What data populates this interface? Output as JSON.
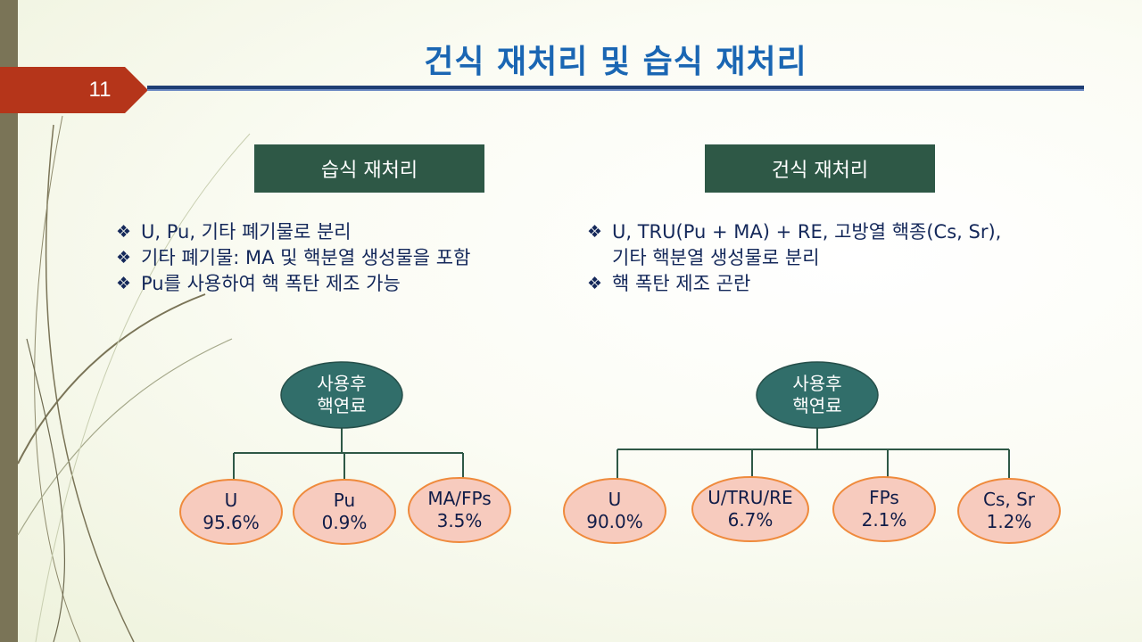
{
  "slide": {
    "page_number": "11",
    "title": "건식 재처리 및 습식 재처리"
  },
  "left": {
    "header": "습식 재처리",
    "bullets": [
      {
        "mark": "❖",
        "text": "U, Pu, 기타 폐기물로 분리",
        "cont": ""
      },
      {
        "mark": "❖",
        "text": "기타 폐기물: MA 및 핵분열 생성물을 포함",
        "cont": ""
      },
      {
        "mark": "❖",
        "text": "Pu를 사용하여 핵 폭탄 제조 가능",
        "cont": ""
      }
    ],
    "tree": {
      "root": {
        "line1": "사용후",
        "line2": "핵연료"
      },
      "leaves": [
        {
          "name": "U",
          "value": "95.6%"
        },
        {
          "name": "Pu",
          "value": "0.9%"
        },
        {
          "name": "MA/FPs",
          "value": "3.5%"
        }
      ]
    }
  },
  "right": {
    "header": "건식 재처리",
    "bullets": [
      {
        "mark": "❖",
        "text": "U, TRU(Pu + MA) + RE, 고방열 핵종(Cs, Sr),",
        "cont": "기타 핵분열 생성물로 분리"
      },
      {
        "mark": "❖",
        "text": "핵 폭탄 제조 곤란",
        "cont": ""
      }
    ],
    "tree": {
      "root": {
        "line1": "사용후",
        "line2": "핵연료"
      },
      "leaves": [
        {
          "name": "U",
          "value": "90.0%"
        },
        {
          "name": "U/TRU/RE",
          "value": "6.7%"
        },
        {
          "name": "FPs",
          "value": "2.1%"
        },
        {
          "name": "Cs, Sr",
          "value": "1.2%"
        }
      ]
    }
  },
  "colors": {
    "root_fill": "#316e6a",
    "leaf_fill": "#f7cbbe",
    "leaf_stroke": "#ef8a3c",
    "connector": "#2e5846"
  }
}
